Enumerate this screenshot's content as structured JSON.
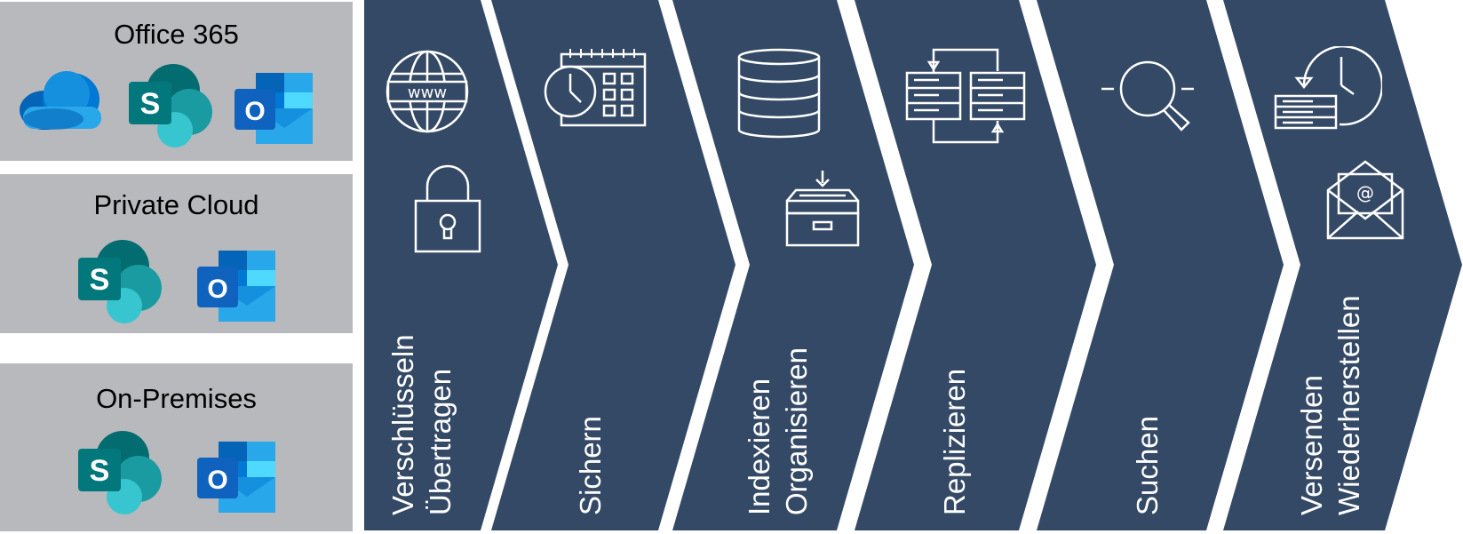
{
  "colors": {
    "panel_bg": "#b7b9bd",
    "chevron_fill": "#344966",
    "icon_stroke": "#ffffff",
    "label_text": "#ffffff"
  },
  "panels": [
    {
      "title": "Office 365",
      "logos": [
        "onedrive-logo",
        "sharepoint-logo",
        "outlook-logo"
      ]
    },
    {
      "title": "Private Cloud",
      "logos": [
        "sharepoint-logo",
        "outlook-logo"
      ]
    },
    {
      "title": "On-Premises",
      "logos": [
        "sharepoint-logo",
        "outlook-logo"
      ]
    }
  ],
  "steps": [
    {
      "labels": [
        "Verschlüsseln",
        "Übertragen"
      ],
      "icons": [
        "globe-www-icon",
        "padlock-icon"
      ]
    },
    {
      "labels": [
        "Sichern"
      ],
      "icons": [
        "calendar-clock-icon"
      ]
    },
    {
      "labels": [
        "Indexieren",
        "Organisieren"
      ],
      "icons": [
        "database-icon",
        "archive-drawer-icon"
      ]
    },
    {
      "labels": [
        "Replizieren"
      ],
      "icons": [
        "server-replication-icon"
      ]
    },
    {
      "labels": [
        "Suchen"
      ],
      "icons": [
        "magnifier-icon"
      ]
    },
    {
      "labels": [
        "Versenden",
        "Wiederherstellen"
      ],
      "icons": [
        "restore-clock-icon",
        "email-envelope-icon"
      ]
    }
  ],
  "logo_letters": {
    "sharepoint": "S",
    "outlook": "O"
  }
}
